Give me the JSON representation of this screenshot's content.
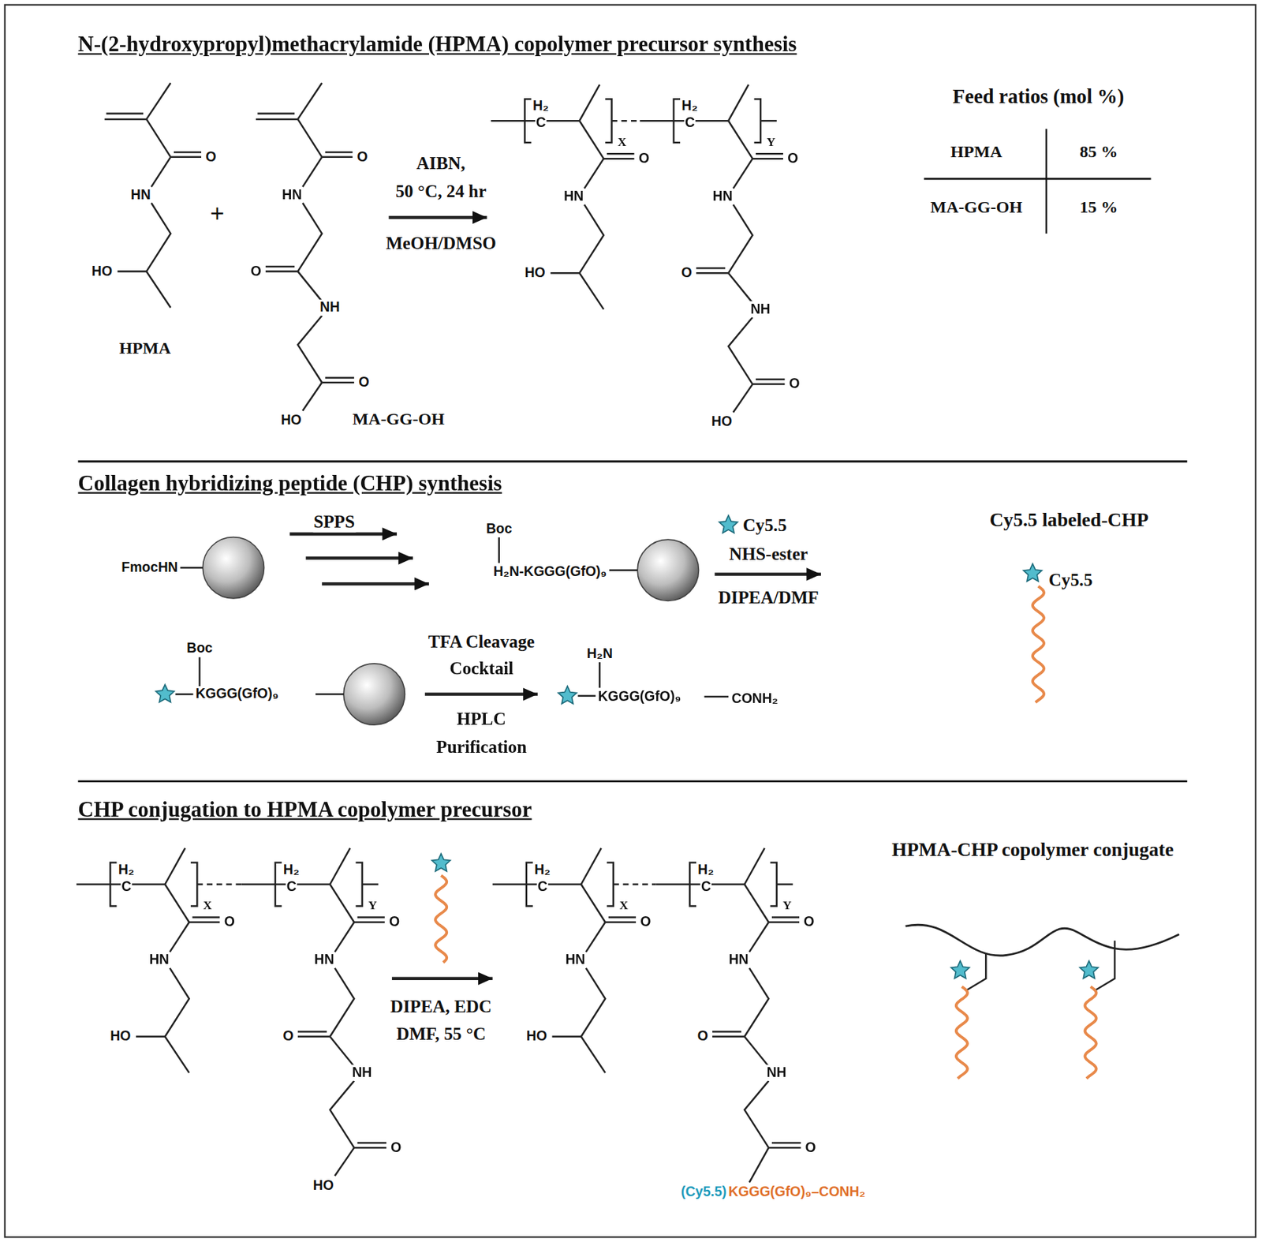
{
  "diagram": {
    "nodes": [
      {
        "text": [
          "N-(2-hydroxypropyl)methacrylamide (HPMA) copolymer precursor synthesis"
        ]
      },
      {
        "text": [
          "Collagen hybridizing peptide (CHP) synthesis"
        ]
      },
      {
        "text": [
          "CHP conjugation to HPMA copolymer precursor"
        ]
      }
    ],
    "labels": [
      "O",
      "HN",
      "HO",
      "HPMA",
      "+",
      "O",
      "HN",
      "O",
      "NH",
      "O",
      "HO",
      "MA-GG-OH",
      "AIBN,",
      "50 °C, 24 hr",
      "MeOH/DMSO",
      "H₂",
      "C",
      "X",
      "O",
      "HN",
      "HO",
      "H₂",
      "C",
      "Y",
      "O",
      "HN",
      "O",
      "NH",
      "O",
      "HO",
      "Feed ratios (mol %)",
      "HPMA",
      "85 %",
      "MA-GG-OH",
      "15 %",
      "FmocHN",
      "SPPS",
      "Boc",
      "H₂N-KGGG(GfO)₉",
      "Cy5.5",
      "NHS-ester",
      "DIPEA/DMF",
      "Cy5.5 labeled-CHP",
      "Cy5.5",
      "Boc",
      "KGGG(GfO)₉",
      "TFA Cleavage",
      "Cocktail",
      "HPLC",
      "Purification",
      "H₂N",
      "KGGG(GfO)₉",
      "CONH₂",
      "H₂",
      "C",
      "X",
      "O",
      "HN",
      "HO",
      "H₂",
      "C",
      "Y",
      "O",
      "HN",
      "O",
      "NH",
      "O",
      "HO",
      "DIPEA, EDC",
      "DMF, 55 °C",
      "H₂",
      "C",
      "X",
      "O",
      "HN",
      "HO",
      "H₂",
      "C",
      "Y",
      "O",
      "HN",
      "O",
      "NH",
      "O",
      "(Cy5.5)",
      "KGGG(GfO)₉–CONH₂",
      "HPMA-CHP copolymer conjugate"
    ]
  }
}
